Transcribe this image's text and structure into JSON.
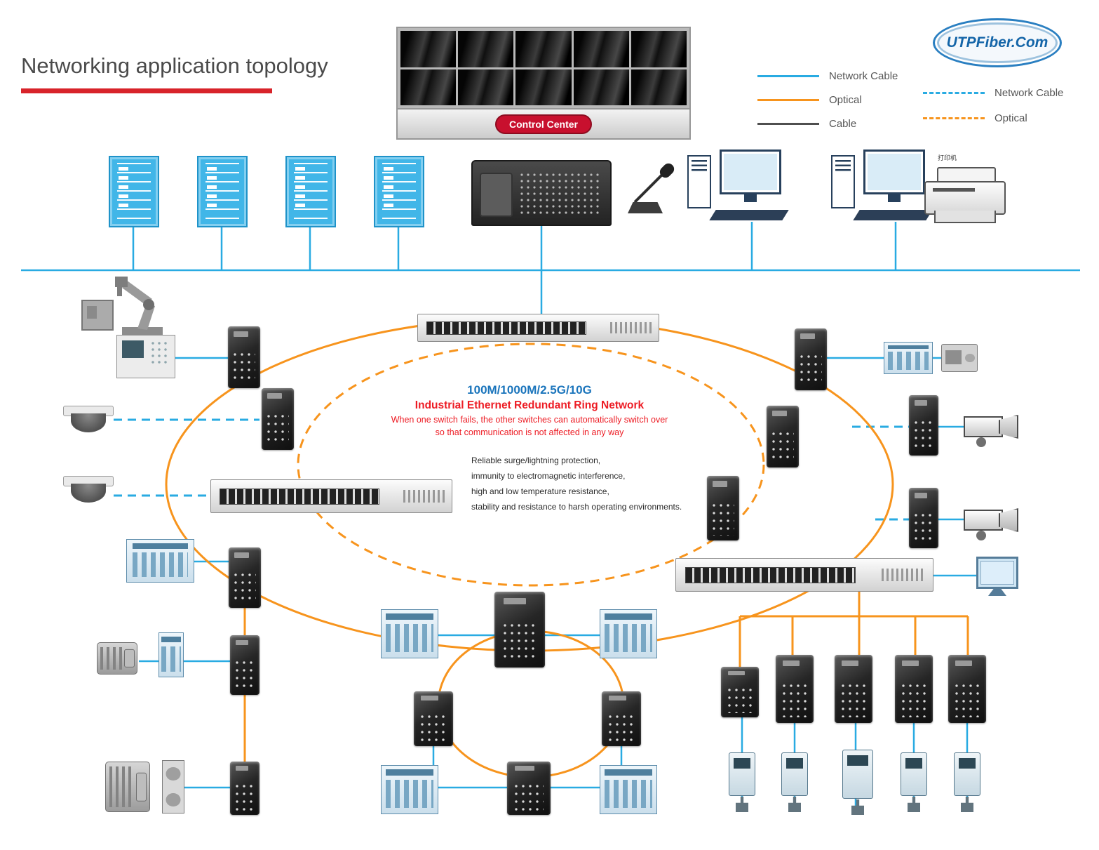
{
  "title": "Networking application topology",
  "logo_text": "UTPFiber.Com",
  "video_wall": {
    "badge": "Control Center"
  },
  "legend": {
    "network_cable": "Network Cable",
    "optical": "Optical",
    "cable": "Cable",
    "network_cable2": "Network Cable",
    "optical2": "Optical"
  },
  "ring_text": {
    "speeds": "100M/1000M/2.5G/10G",
    "title": "Industrial Ethernet Redundant Ring Network",
    "desc1": "When one switch fails, the other switches can automatically switch over",
    "desc2": "so that communication is not affected in any way",
    "features": [
      "Reliable surge/lightning protection,",
      "immunity to electromagnetic interference,",
      "high and low temperature resistance,",
      "stability and resistance to harsh operating environments."
    ]
  },
  "labels": {
    "printer": "打印机"
  },
  "colors": {
    "network_cable": "#29abe2",
    "optical": "#f7941d",
    "cable": "#4f4f4f",
    "accent_red": "#ed1c24",
    "accent_blue": "#1b75bc"
  }
}
